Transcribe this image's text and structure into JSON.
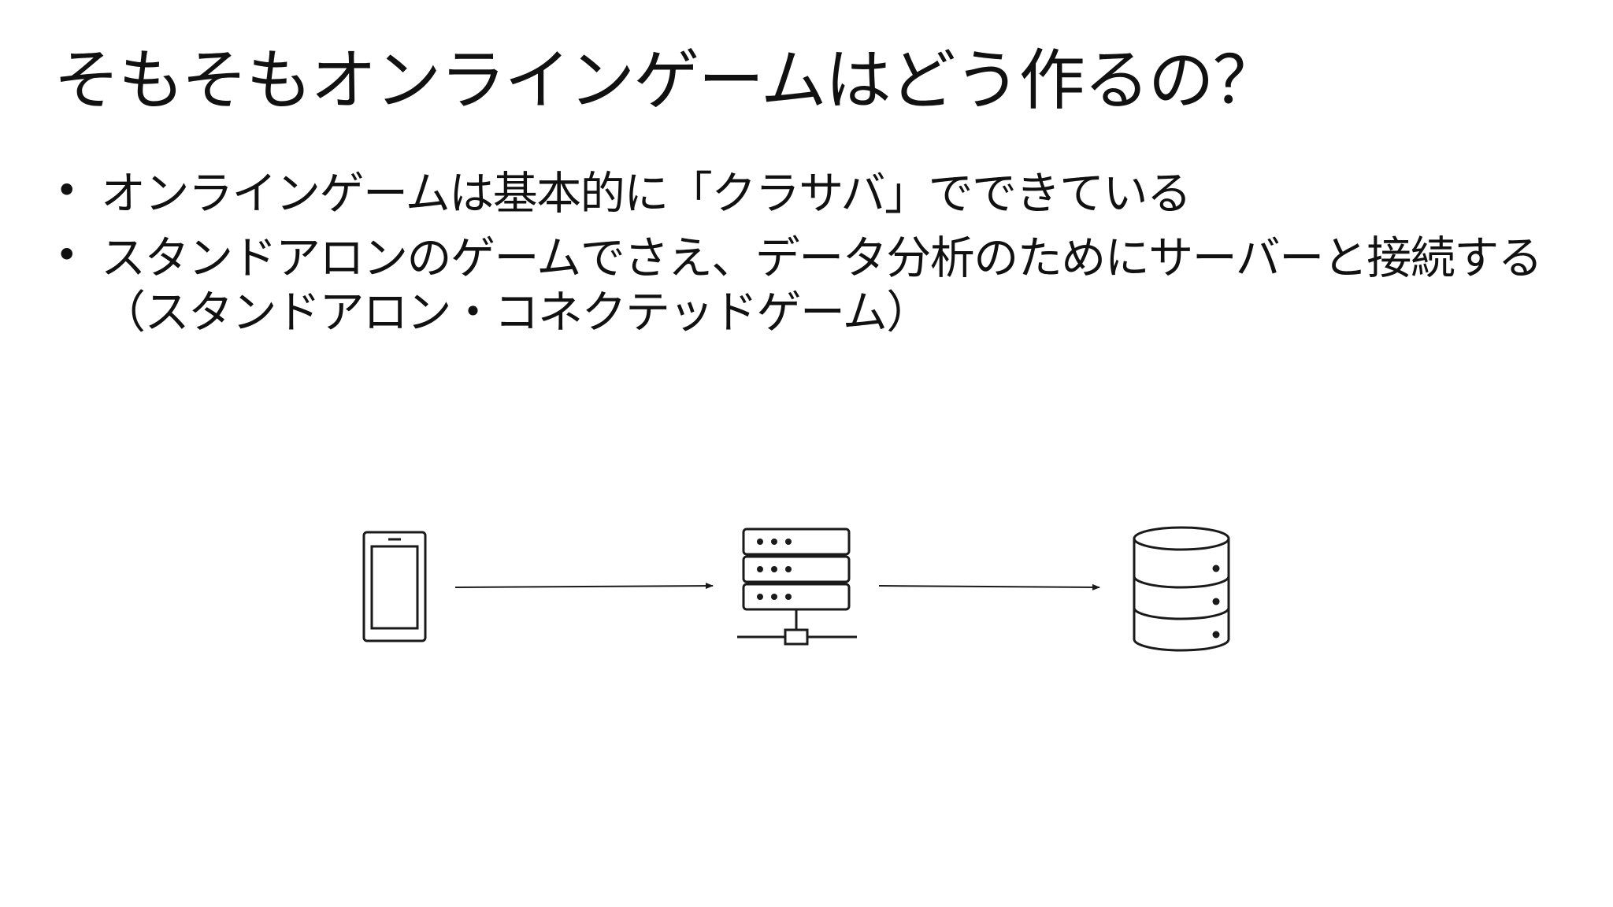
{
  "slide": {
    "title": "そもそもオンラインゲームはどう作るの？",
    "bullets": [
      {
        "marker": "•",
        "text": "オンラインゲームは基本的に「クラサバ」でできている",
        "sub": ""
      },
      {
        "marker": "•",
        "text": "スタンドアロンのゲームでさえ、データ分析のためにサーバーと接続する",
        "sub": "（スタンドアロン・コネクテッドゲーム）"
      }
    ]
  },
  "diagram": {
    "nodes": [
      {
        "icon": "smartphone-icon"
      },
      {
        "icon": "server-rack-icon"
      },
      {
        "icon": "database-icon"
      }
    ],
    "stroke_color": "#1a1a1a"
  }
}
